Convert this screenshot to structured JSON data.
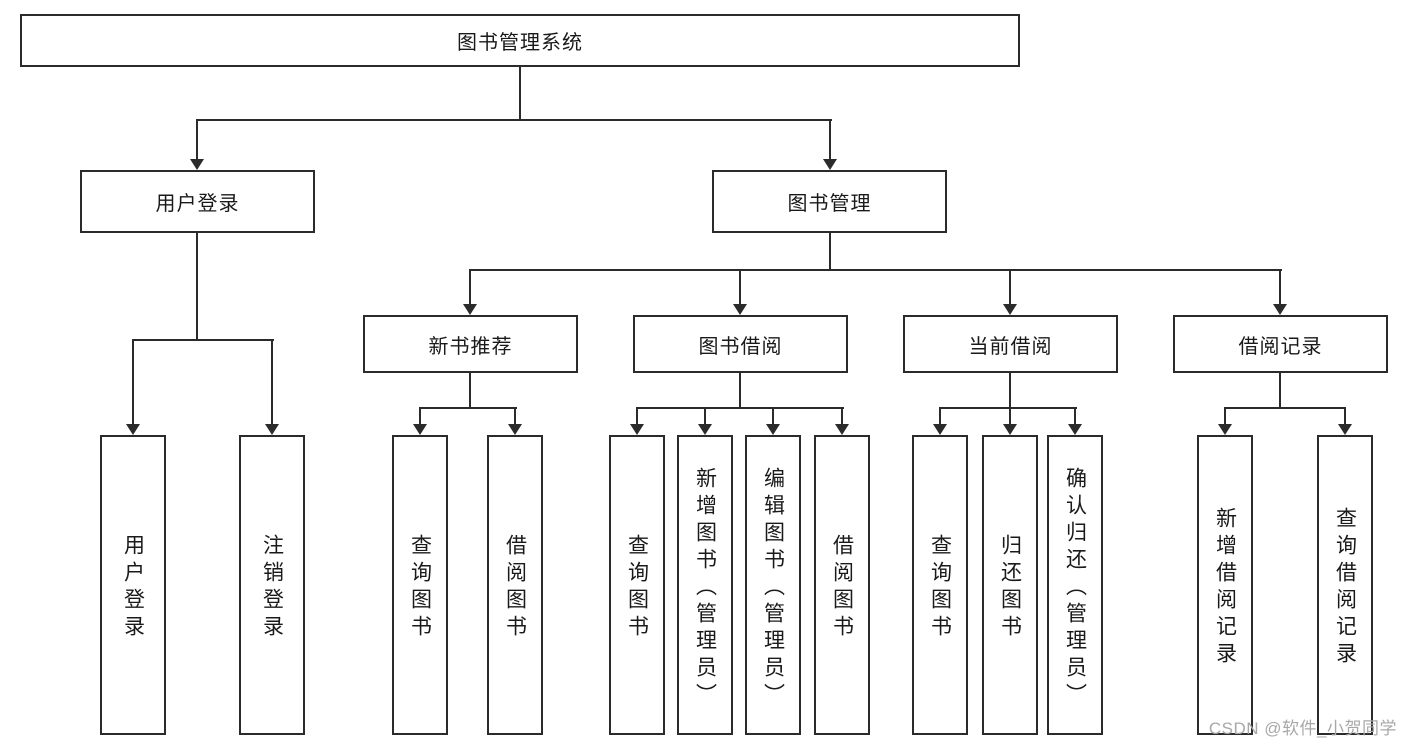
{
  "diagram": {
    "root": "图书管理系统",
    "branches": {
      "user_login": {
        "label": "用户登录",
        "children": [
          "用户登录",
          "注销登录"
        ]
      },
      "book_management": {
        "label": "图书管理",
        "modules": {
          "new_book_recommend": {
            "label": "新书推荐",
            "children": [
              "查询图书",
              "借阅图书"
            ]
          },
          "book_borrow": {
            "label": "图书借阅",
            "children": [
              "查询图书",
              "新增图书（管理员）",
              "编辑图书（管理员）",
              "借阅图书"
            ]
          },
          "current_borrow": {
            "label": "当前借阅",
            "children": [
              "查询图书",
              "归还图书",
              "确认归还（管理员）"
            ]
          },
          "borrow_record": {
            "label": "借阅记录",
            "children": [
              "新增借阅记录",
              "查询借阅记录"
            ]
          }
        }
      }
    },
    "line_color": "#2b2b2b"
  },
  "watermark": {
    "text": "CSDN @软件_小贺同学"
  }
}
